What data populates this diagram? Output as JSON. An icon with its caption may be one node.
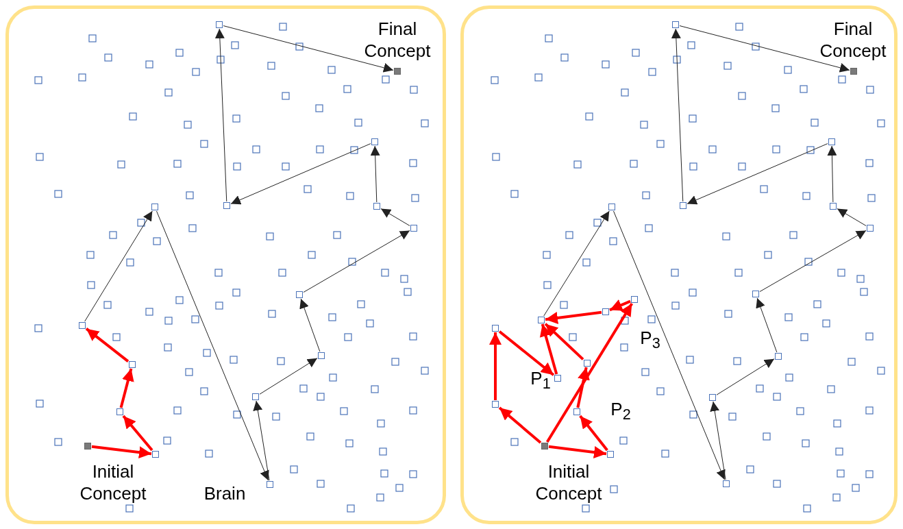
{
  "diagram": {
    "nodes": [
      {
        "text": [],
        "shape": "box"
      },
      {
        "text": [],
        "shape": "box",
        "beside": [
          "Initial Concept"
        ],
        "in": 0
      },
      {
        "text": [],
        "shape": "box",
        "in": 0
      },
      {
        "text": [],
        "shape": "box",
        "in": 0
      },
      {
        "text": [],
        "shape": "box",
        "in": 0
      },
      {
        "text": [],
        "shape": "box",
        "in": 0
      },
      {
        "text": [],
        "shape": "box",
        "in": 0
      },
      {
        "text": [],
        "shape": "box",
        "in": 0
      },
      {
        "text": [],
        "shape": "box",
        "in": 0
      },
      {
        "text": [],
        "shape": "box",
        "in": 0
      },
      {
        "text": [],
        "shape": "box",
        "in": 0
      },
      {
        "text": [],
        "shape": "box",
        "in": 0
      },
      {
        "text": [],
        "shape": "box",
        "in": 0
      },
      {
        "text": [],
        "shape": "box",
        "in": 0
      },
      {
        "text": [],
        "shape": "box",
        "in": 0
      },
      {
        "text": [],
        "shape": "box",
        "in": 0
      },
      {
        "text": [],
        "shape": "box",
        "beside": [
          "Final Concept"
        ],
        "in": 0
      },
      {
        "text": [],
        "shape": "box"
      },
      {
        "text": [],
        "shape": "box",
        "beside": [
          "Initial Concept"
        ],
        "in": 17
      },
      {
        "text": [],
        "shape": "box",
        "in": 17
      },
      {
        "text": [],
        "shape": "box",
        "in": 17
      },
      {
        "text": [],
        "shape": "box",
        "in": 17
      },
      {
        "text": [],
        "shape": "box",
        "in": 17
      },
      {
        "text": [],
        "shape": "box",
        "in": 17
      },
      {
        "text": [],
        "shape": "box",
        "in": 17
      },
      {
        "text": [],
        "shape": "box",
        "in": 17
      },
      {
        "text": [],
        "shape": "box",
        "in": 17
      },
      {
        "text": [],
        "shape": "box",
        "in": 17
      },
      {
        "text": [],
        "shape": "box",
        "in": 17
      },
      {
        "text": [],
        "shape": "box",
        "in": 17
      },
      {
        "text": [],
        "shape": "box",
        "in": 17
      },
      {
        "text": [],
        "shape": "box",
        "in": 17
      },
      {
        "text": [],
        "shape": "box",
        "in": 17
      },
      {
        "text": [],
        "shape": "box",
        "in": 17
      },
      {
        "text": [],
        "shape": "box",
        "in": 17
      },
      {
        "text": [],
        "shape": "box",
        "in": 17
      },
      {
        "text": [],
        "shape": "box",
        "in": 17
      },
      {
        "text": [],
        "shape": "box",
        "in": 17
      },
      {
        "text": [],
        "shape": "box",
        "beside": [
          "Final Concept"
        ],
        "in": 17
      }
    ],
    "edges": [
      {
        "from": 1,
        "to": 2,
        "arrow": "to",
        "style": "thick",
        "color": "#ff0000"
      },
      {
        "from": 2,
        "to": 3,
        "arrow": "to",
        "style": "thick",
        "color": "#ff0000"
      },
      {
        "from": 3,
        "to": 4,
        "arrow": "to",
        "style": "thick",
        "color": "#ff0000"
      },
      {
        "from": 4,
        "to": 5,
        "arrow": "to",
        "style": "thick",
        "color": "#ff0000"
      },
      {
        "from": 5,
        "to": 6,
        "arrow": "to"
      },
      {
        "from": 6,
        "to": 7,
        "arrow": "to"
      },
      {
        "from": 7,
        "to": 8,
        "arrow": "to"
      },
      {
        "from": 8,
        "to": 9,
        "arrow": "to"
      },
      {
        "from": 9,
        "to": 10,
        "arrow": "to"
      },
      {
        "from": 10,
        "to": 11,
        "arrow": "to"
      },
      {
        "from": 11,
        "to": 12,
        "arrow": "to"
      },
      {
        "from": 12,
        "to": 13,
        "arrow": "to"
      },
      {
        "from": 13,
        "to": 14,
        "arrow": "to"
      },
      {
        "from": 14,
        "to": 15,
        "arrow": "to"
      },
      {
        "from": 15,
        "to": 16,
        "arrow": "to"
      },
      {
        "from": 18,
        "to": 19,
        "arrow": "to",
        "style": "thick",
        "color": "#ff0000"
      },
      {
        "from": 19,
        "to": 20,
        "arrow": "to",
        "style": "thick",
        "color": "#ff0000"
      },
      {
        "from": 20,
        "to": 21,
        "arrow": "to",
        "style": "thick",
        "color": "#ff0000"
      },
      {
        "from": 21,
        "to": 22,
        "arrow": "to",
        "style": "thick",
        "color": "#ff0000"
      },
      {
        "from": 18,
        "to": 23,
        "arrow": "to",
        "style": "thick",
        "color": "#ff0000"
      },
      {
        "from": 23,
        "to": 24,
        "arrow": "to",
        "style": "thick",
        "color": "#ff0000"
      },
      {
        "from": 24,
        "to": 25,
        "arrow": "to",
        "style": "thick",
        "color": "#ff0000"
      },
      {
        "from": 25,
        "to": 22,
        "arrow": "to",
        "style": "thick",
        "color": "#ff0000"
      },
      {
        "from": 18,
        "to": 26,
        "arrow": "to",
        "style": "thick",
        "color": "#ff0000"
      },
      {
        "from": 26,
        "to": 27,
        "arrow": "to",
        "style": "thick",
        "color": "#ff0000"
      },
      {
        "from": 27,
        "to": 22,
        "arrow": "to",
        "style": "thick",
        "color": "#ff0000"
      },
      {
        "from": 22,
        "to": 28,
        "arrow": "to"
      },
      {
        "from": 28,
        "to": 29,
        "arrow": "to"
      },
      {
        "from": 29,
        "to": 30,
        "arrow": "to"
      },
      {
        "from": 30,
        "to": 31,
        "arrow": "to"
      },
      {
        "from": 31,
        "to": 32,
        "arrow": "to"
      },
      {
        "from": 32,
        "to": 33,
        "arrow": "to"
      },
      {
        "from": 33,
        "to": 34,
        "arrow": "to"
      },
      {
        "from": 34,
        "to": 35,
        "arrow": "to"
      },
      {
        "from": 35,
        "to": 36,
        "arrow": "to"
      },
      {
        "from": 36,
        "to": 37,
        "arrow": "to"
      },
      {
        "from": 37,
        "to": 38,
        "arrow": "to"
      }
    ],
    "labels": [
      "Brain",
      "P$_{1}$",
      "P$_{2}$",
      "P$_{3}$"
    ]
  }
}
